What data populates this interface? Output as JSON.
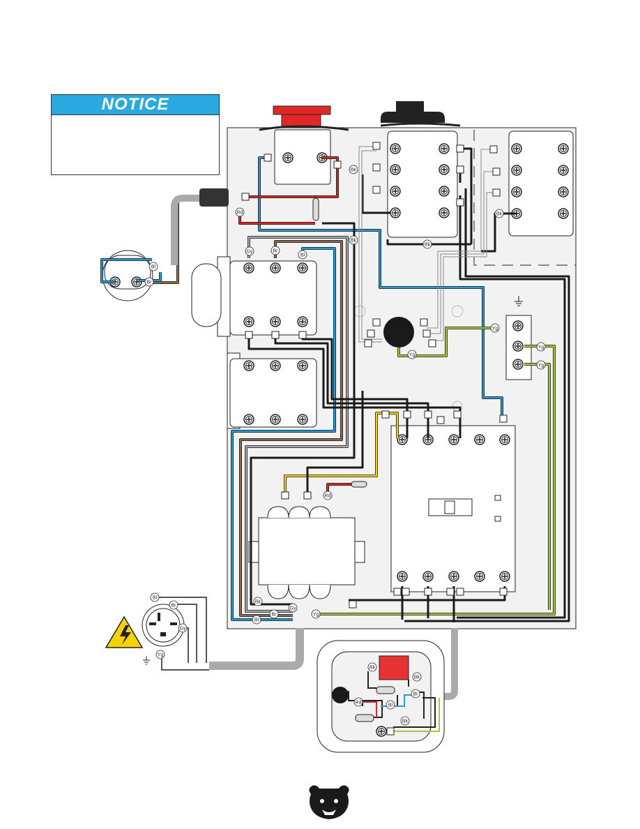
{
  "notice": {
    "title": "NOTICE"
  },
  "wire_labels": {
    "bk": "Bk",
    "rd": "Rd",
    "br": "Br",
    "bl": "Bl",
    "gy": "Gy",
    "yg": "Yg"
  },
  "colors": {
    "black": "#1a1a1a",
    "red": "#d32a2a",
    "blue": "#2a9ad6",
    "brown": "#8a6a55",
    "gray": "#a9a9a9",
    "yellow": "#f4d21c",
    "green": "#5aa840",
    "panel": "#f2f2f2",
    "notice_bar": "#2aa9e0",
    "warning": "#f6d200",
    "component_red": "#e63232"
  },
  "icons": [
    "warning-lightning-icon",
    "ground-symbol-icon",
    "bear-logo-icon"
  ]
}
